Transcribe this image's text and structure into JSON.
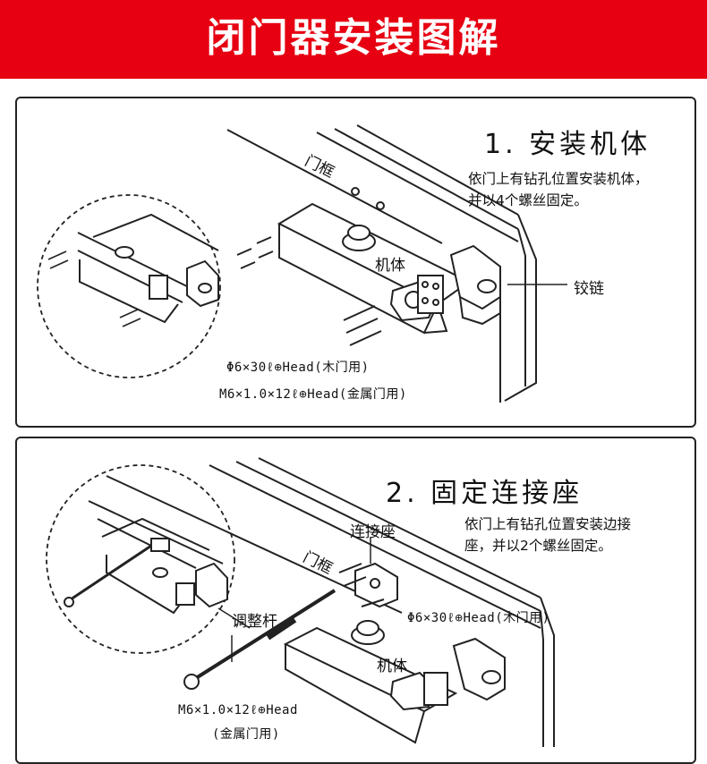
{
  "banner": {
    "title": "闭门器安装图解",
    "color": "#e60012"
  },
  "step1": {
    "title": "1. 安装机体",
    "desc": [
      "依门上有钻孔位置安装机体，",
      "并以4个螺丝固定。"
    ],
    "labels": {
      "frame": "门框",
      "body": "机体",
      "hinge": "铰链"
    },
    "specs": [
      "Φ6×30ℓ⊕Head(木门用)",
      "M6×1.0×12ℓ⊕Head(金属门用)"
    ]
  },
  "step2": {
    "title": "2. 固定连接座",
    "desc": [
      "依门上有钻孔位置安装边接",
      "座，并以2个螺丝固定。"
    ],
    "labels": {
      "seat": "连接座",
      "frame": "门框",
      "rod": "调整杆",
      "body": "机体"
    },
    "specs": [
      "Φ6×30ℓ⊕Head(木门用)",
      "M6×1.0×12ℓ⊕Head",
      "(金属门用)"
    ]
  }
}
